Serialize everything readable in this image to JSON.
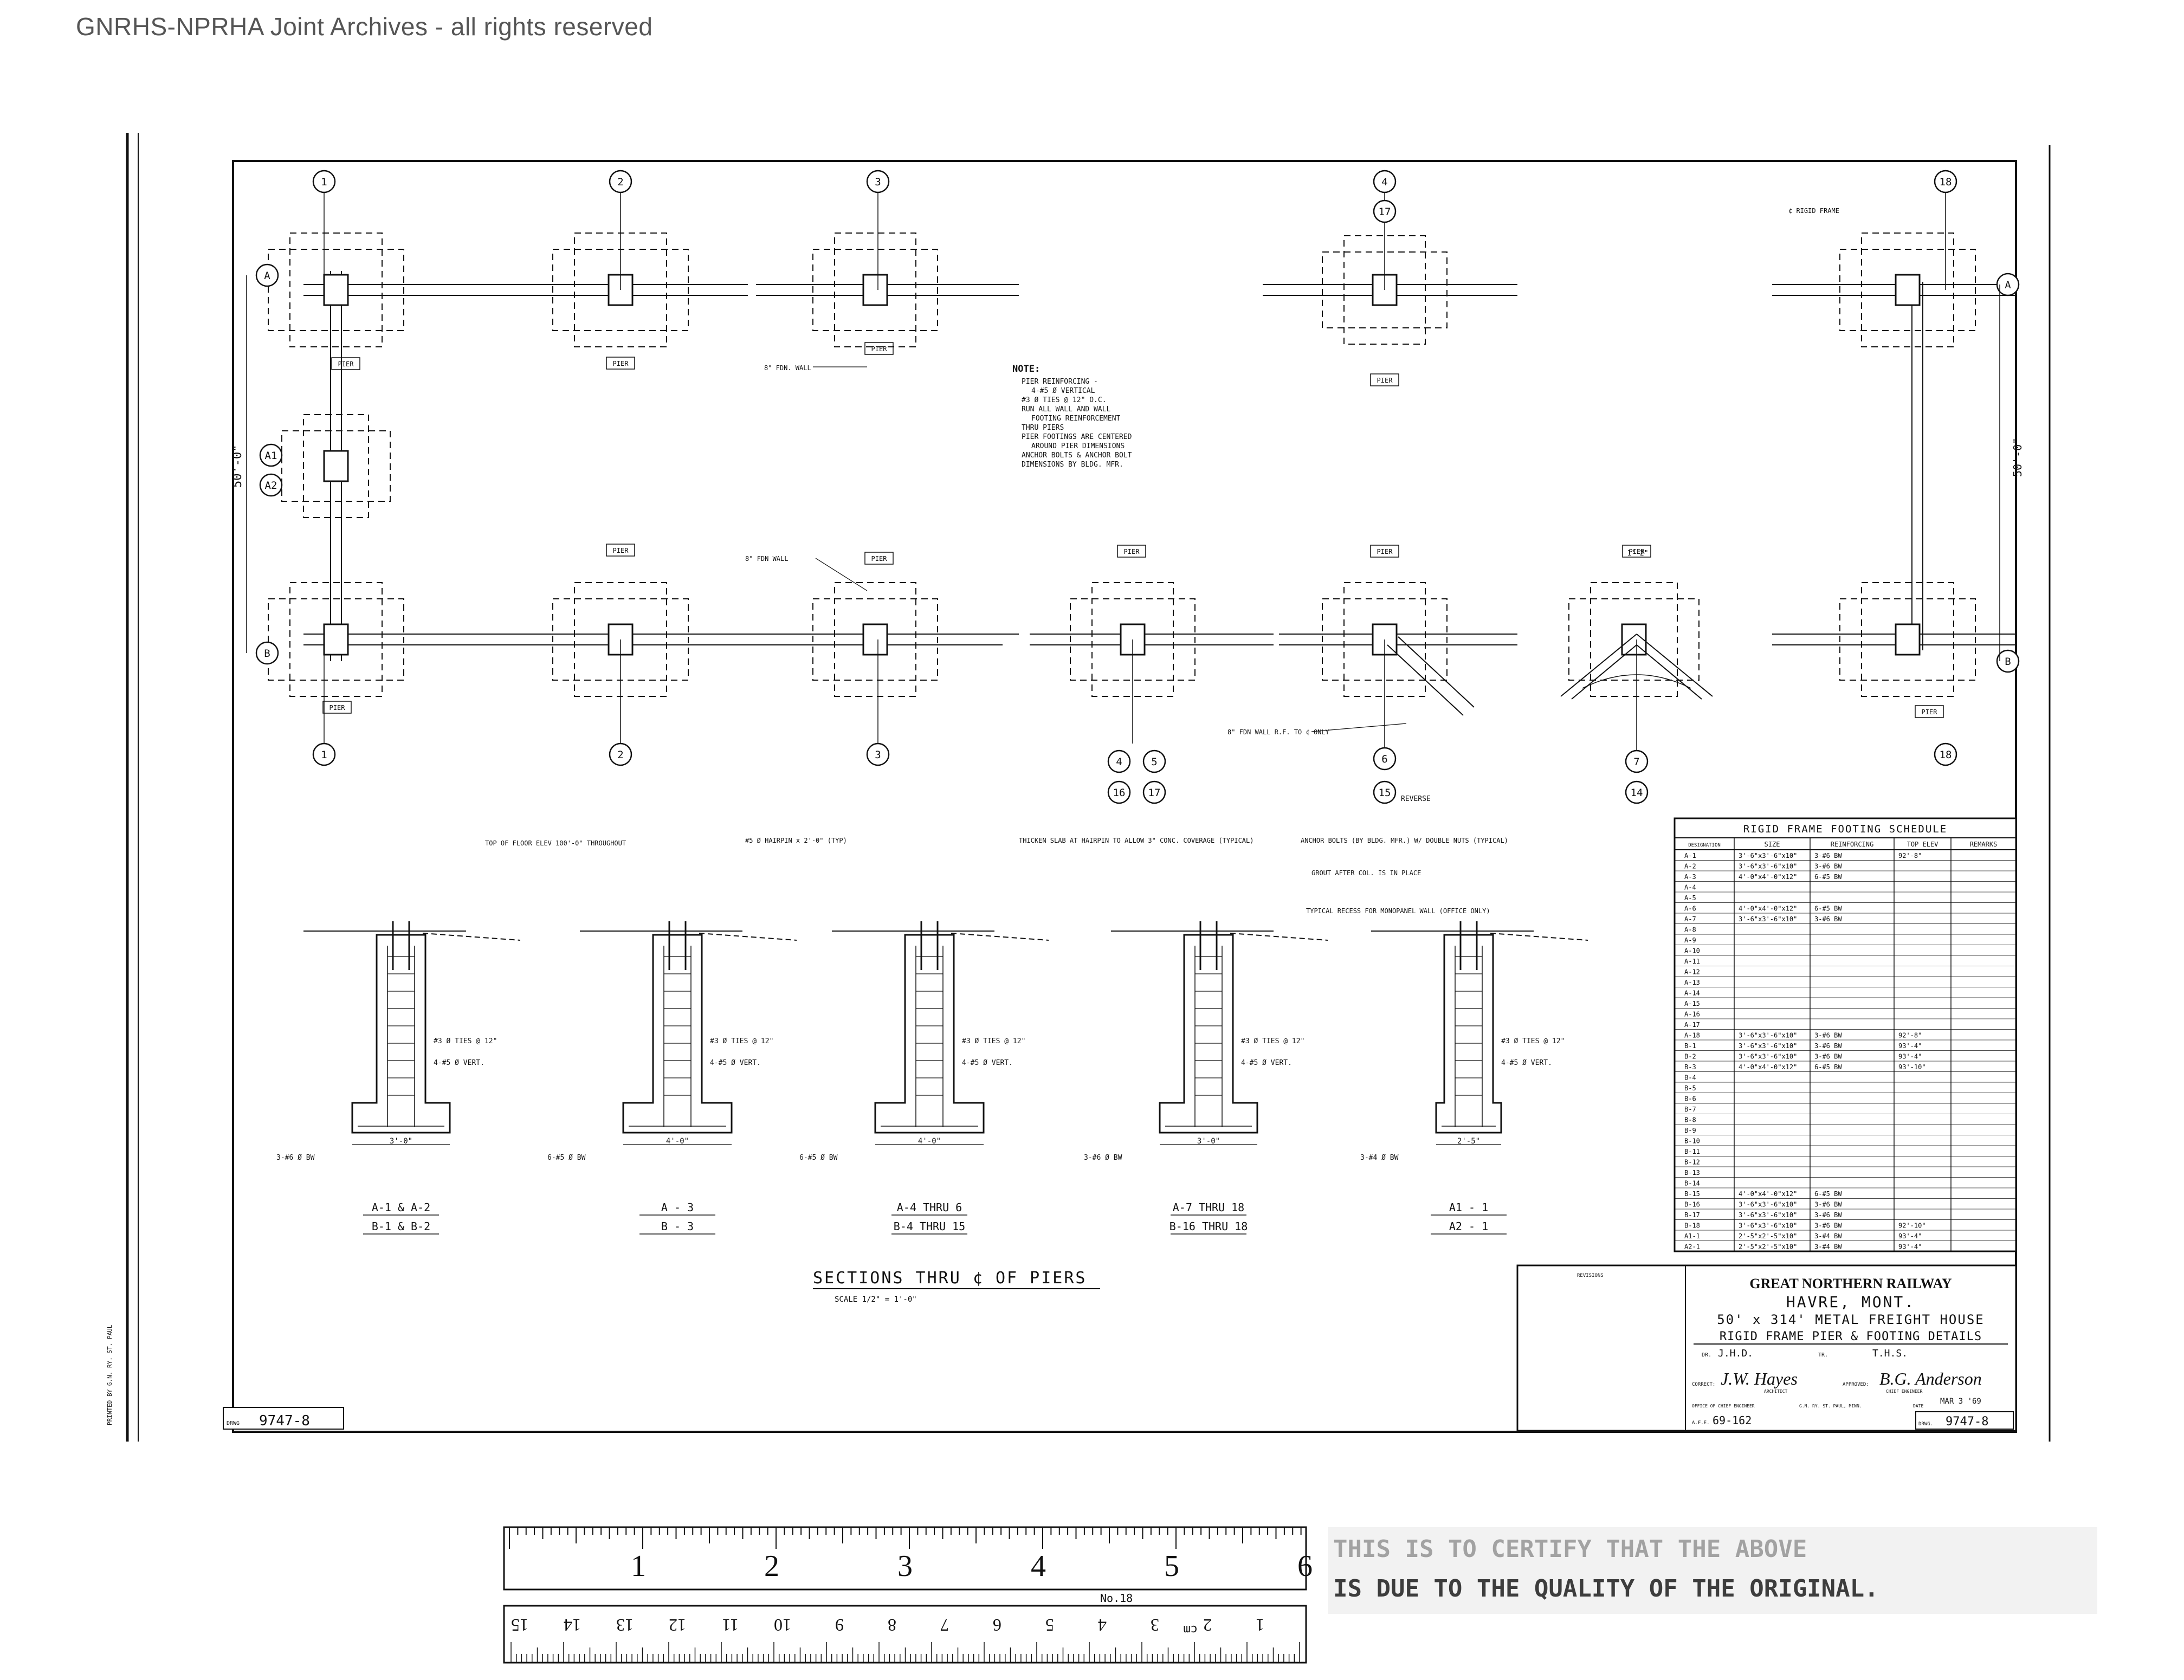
{
  "watermark": "GNRHS-NPRHA Joint Archives - all rights reserved",
  "drawing_number_left": "9747-8",
  "drawing_number_label": "DRWG",
  "plan": {
    "grid_bubbles_top": [
      "1",
      "2",
      "3",
      "4",
      "17",
      "18"
    ],
    "grid_bubbles_bottom": [
      "1",
      "2",
      "3",
      "4",
      "5",
      "16",
      "17",
      "6",
      "15",
      "7",
      "14",
      "18"
    ],
    "grid_bubbles_side": [
      "A",
      "B",
      "A1",
      "A2"
    ],
    "overall_dimension_left": "50'-0\"",
    "overall_dimension_right": "50'-0\"",
    "rigid_frame_label": "¢ RIGID FRAME",
    "fdn_wall_labels": [
      "8\" FDN. WALL",
      "8\" FDN WALL",
      "8\" FDN WALL R.F. TO ¢ ONLY"
    ],
    "reverse_label": "REVERSE",
    "pier_label": "PIER",
    "pier_dim": "1'-2\""
  },
  "notes": {
    "heading": "NOTE:",
    "lines": [
      "PIER REINFORCING -",
      "4-#5 Ø VERTICAL",
      "#3 Ø TIES @ 12\" O.C.",
      "RUN ALL WALL AND WALL",
      "FOOTING REINFORCEMENT",
      "THRU PIERS",
      "PIER FOOTINGS ARE CENTERED",
      "AROUND PIER DIMENSIONS",
      "ANCHOR BOLTS & ANCHOR BOLT",
      "DIMENSIONS BY BLDG. MFR."
    ]
  },
  "section_callouts": [
    "TOP OF FLOOR ELEV 100'-0\" THROUGHOUT",
    "#5 Ø HAIRPIN x 2'-0\" (TYP)",
    "THICKEN SLAB AT HAIRPIN TO ALLOW 3\" CONC. COVERAGE (TYPICAL)",
    "ANCHOR BOLTS (BY BLDG. MFR.) W/ DOUBLE NUTS (TYPICAL)",
    "GROUT AFTER COL. IS IN PLACE",
    "TYPICAL RECESS FOR MONOPANEL WALL (OFFICE ONLY)"
  ],
  "sections": [
    {
      "label1": "A-1 & A-2",
      "label2": "B-1 & B-2",
      "ties": "#3 Ø TIES @ 12\"",
      "vert": "4-#5 Ø VERT.",
      "bw": "3-#6 Ø BW",
      "width": "3'-0\""
    },
    {
      "label1": "A - 3",
      "label2": "B - 3",
      "ties": "#3 Ø TIES @ 12\"",
      "vert": "4-#5 Ø VERT.",
      "bw": "6-#5 Ø BW",
      "width": "4'-0\""
    },
    {
      "label1": "A-4 THRU 6",
      "label2": "B-4 THRU 15",
      "ties": "#3 Ø TIES @ 12\"",
      "vert": "4-#5 Ø VERT.",
      "bw": "6-#5 Ø BW",
      "width": "4'-0\""
    },
    {
      "label1": "A-7 THRU 18",
      "label2": "B-16 THRU 18",
      "ties": "#3 Ø TIES @ 12\"",
      "vert": "4-#5 Ø VERT.",
      "bw": "3-#6 Ø BW",
      "width": "3'-0\""
    },
    {
      "label1": "A1 - 1",
      "label2": "A2 - 1",
      "ties": "#3 Ø TIES @ 12\"",
      "vert": "4-#5 Ø VERT.",
      "bw": "3-#4 Ø BW",
      "width": "2'-5\""
    }
  ],
  "sections_title": "SECTIONS THRU ¢ OF PIERS",
  "sections_scale": "SCALE 1/2\" = 1'-0\"",
  "schedule": {
    "title": "RIGID FRAME FOOTING SCHEDULE",
    "columns": [
      "DESIGNATION",
      "SIZE",
      "REINFORCING",
      "TOP ELEV",
      "REMARKS"
    ],
    "rows": [
      [
        "A-1",
        "3'-6\"x3'-6\"x10\"",
        "3-#6 BW",
        "92'-8\"",
        ""
      ],
      [
        "A-2",
        "3'-6\"x3'-6\"x10\"",
        "3-#6 BW",
        "",
        ""
      ],
      [
        "A-3",
        "4'-0\"x4'-0\"x12\"",
        "6-#5 BW",
        "",
        ""
      ],
      [
        "A-4",
        "",
        "",
        "",
        ""
      ],
      [
        "A-5",
        "",
        "",
        "",
        ""
      ],
      [
        "A-6",
        "4'-0\"x4'-0\"x12\"",
        "6-#5 BW",
        "",
        ""
      ],
      [
        "A-7",
        "3'-6\"x3'-6\"x10\"",
        "3-#6 BW",
        "",
        ""
      ],
      [
        "A-8",
        "",
        "",
        "",
        ""
      ],
      [
        "A-9",
        "",
        "",
        "",
        ""
      ],
      [
        "A-10",
        "",
        "",
        "",
        ""
      ],
      [
        "A-11",
        "",
        "",
        "",
        ""
      ],
      [
        "A-12",
        "",
        "",
        "",
        ""
      ],
      [
        "A-13",
        "",
        "",
        "",
        ""
      ],
      [
        "A-14",
        "",
        "",
        "",
        ""
      ],
      [
        "A-15",
        "",
        "",
        "",
        ""
      ],
      [
        "A-16",
        "",
        "",
        "",
        ""
      ],
      [
        "A-17",
        "",
        "",
        "",
        ""
      ],
      [
        "A-18",
        "3'-6\"x3'-6\"x10\"",
        "3-#6 BW",
        "92'-8\"",
        ""
      ],
      [
        "B-1",
        "3'-6\"x3'-6\"x10\"",
        "3-#6 BW",
        "93'-4\"",
        ""
      ],
      [
        "B-2",
        "3'-6\"x3'-6\"x10\"",
        "3-#6 BW",
        "93'-4\"",
        ""
      ],
      [
        "B-3",
        "4'-0\"x4'-0\"x12\"",
        "6-#5 BW",
        "93'-10\"",
        ""
      ],
      [
        "B-4",
        "",
        "",
        "",
        ""
      ],
      [
        "B-5",
        "",
        "",
        "",
        ""
      ],
      [
        "B-6",
        "",
        "",
        "",
        ""
      ],
      [
        "B-7",
        "",
        "",
        "",
        ""
      ],
      [
        "B-8",
        "",
        "",
        "",
        ""
      ],
      [
        "B-9",
        "",
        "",
        "",
        ""
      ],
      [
        "B-10",
        "",
        "",
        "",
        ""
      ],
      [
        "B-11",
        "",
        "",
        "",
        ""
      ],
      [
        "B-12",
        "",
        "",
        "",
        ""
      ],
      [
        "B-13",
        "",
        "",
        "",
        ""
      ],
      [
        "B-14",
        "",
        "",
        "",
        ""
      ],
      [
        "B-15",
        "4'-0\"x4'-0\"x12\"",
        "6-#5 BW",
        "",
        ""
      ],
      [
        "B-16",
        "3'-6\"x3'-6\"x10\"",
        "3-#6 BW",
        "",
        ""
      ],
      [
        "B-17",
        "3'-6\"x3'-6\"x10\"",
        "3-#6 BW",
        "",
        ""
      ],
      [
        "B-18",
        "3'-6\"x3'-6\"x10\"",
        "3-#6 BW",
        "92'-10\"",
        ""
      ],
      [
        "A1-1",
        "2'-5\"x2'-5\"x10\"",
        "3-#4 BW",
        "93'-4\"",
        ""
      ],
      [
        "A2-1",
        "2'-5\"x2'-5\"x10\"",
        "3-#4 BW",
        "93'-4\"",
        ""
      ]
    ]
  },
  "title_block": {
    "revisions_label": "REVISIONS",
    "railway": "GREAT NORTHERN RAILWAY",
    "location": "HAVRE, MONT.",
    "subject": "50' x 314' METAL FREIGHT HOUSE",
    "drawing_title": "RIGID FRAME PIER & FOOTING DETAILS",
    "drawn_label": "DR.",
    "drawn_value": "J.H.D.",
    "traced_label": "TR.",
    "traced_value": "T.H.S.",
    "correct_label": "CORRECT:",
    "architect_signature": "J.W. Hayes",
    "architect_title": "ARCHITECT",
    "approved_label": "APPROVED:",
    "engineer_signature": "B.G. Anderson",
    "engineer_title": "CHIEF ENGINEER",
    "office_label": "OFFICE OF CHIEF ENGINEER",
    "office_location": "G.N. RY. ST. PAUL, MINN.",
    "date_label": "DATE",
    "date_value": "MAR 3 '69",
    "afe_label": "A.F.E.",
    "afe_value": "69-162",
    "drwg_label": "DRWG.",
    "drwg_value": "9747-8"
  },
  "ruler": {
    "inch_labels": [
      "1",
      "2",
      "3",
      "4",
      "5",
      "6"
    ],
    "cm_labels": [
      "15",
      "14",
      "13",
      "12",
      "11",
      "10",
      "9",
      "8",
      "7",
      "6",
      "5",
      "4",
      "3",
      "2",
      "1"
    ],
    "cm_unit": "cm",
    "model": "No.18"
  },
  "stamp_lines": [
    "THIS IS TO CERTIFY THAT THE ABOVE",
    "IS DUE TO THE QUALITY OF THE ORIGINAL."
  ],
  "side_vertical_text": "PRINTED BY G.N. RY. ST. PAUL"
}
